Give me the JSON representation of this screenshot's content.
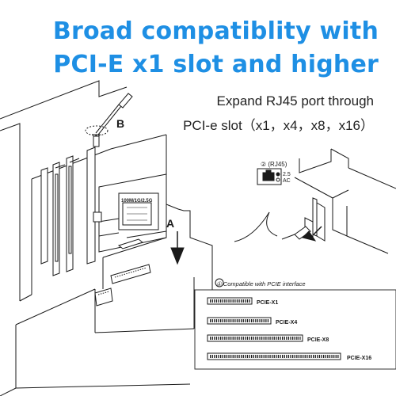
{
  "headline": {
    "line1": "Broad compatiblity with",
    "line2": "PCI-E x1 slot and higher"
  },
  "subtitle": {
    "line1": "Expand RJ45 port through",
    "line2": "PCI-e slot（x1，x4，x8，x16）"
  },
  "callouts": {
    "a": "A",
    "b": "B",
    "step2": "② (RJ45)",
    "led_25": "2.5",
    "led_ac": "AC"
  },
  "card": {
    "label": "100M/1G/2.5G"
  },
  "compat_panel": {
    "title": "① Compatible with PCIE interface",
    "slots": [
      "PCIE-X1",
      "PCIE-X4",
      "PCIE-X8",
      "PCIE-X16"
    ]
  },
  "colors": {
    "headline": "#1e8fe4",
    "line_art": "#1a1a1a",
    "panel_border": "#333333"
  }
}
